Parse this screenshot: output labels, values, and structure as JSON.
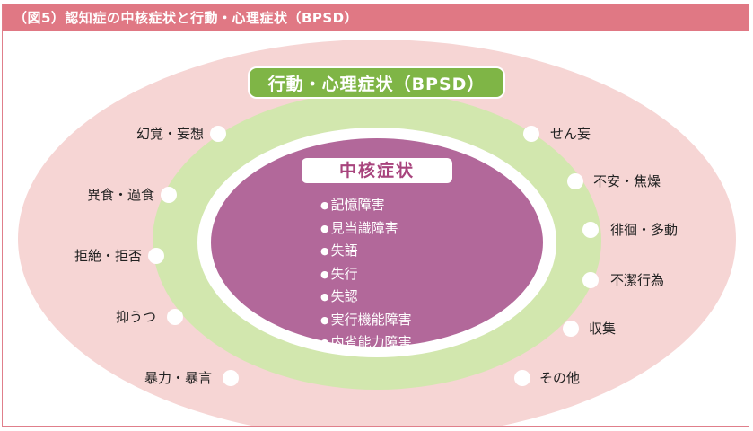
{
  "header": {
    "title": "（図5）認知症の中核症状と行動・心理症状（BPSD）"
  },
  "bpsd": {
    "title": "行動・心理症状（BPSD）"
  },
  "core": {
    "title": "中核症状",
    "items": [
      "記憶障害",
      "見当識障害",
      "失語",
      "失行",
      "失認",
      "実行機能障害",
      "内省能力障害"
    ]
  },
  "left_labels": [
    "幻覚・妄想",
    "異食・過食",
    "拒絶・拒否",
    "抑うつ",
    "暴力・暴言"
  ],
  "right_labels": [
    "せん妄",
    "不安・焦燥",
    "徘徊・多動",
    "不潔行為",
    "収集",
    "その他"
  ],
  "colors": {
    "header": "#e07884",
    "outer": "#f6d5d4",
    "ring": "#d2e7ae",
    "core": "#b2689a",
    "badge": "#7fb546"
  }
}
